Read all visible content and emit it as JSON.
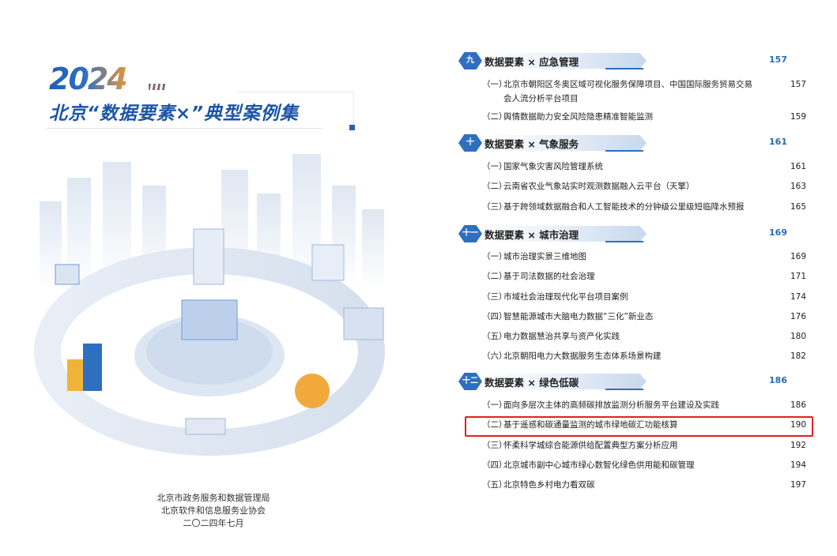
{
  "cover": {
    "year": "2024",
    "title": "北京“数据要素×”典型案例集",
    "publishers": [
      "北京市政务服务和数据管理局",
      "北京软件和信息服务业协会"
    ],
    "date": "二〇二四年七月"
  },
  "toc": {
    "sections": [
      {
        "number": "九",
        "title": "数据要素 × 应急管理",
        "page": "157",
        "items": [
          {
            "label": "（一）",
            "text": "北京市朝阳区冬奥区域可视化服务保障项目、中国国际服务贸易交易会人流分析平台项目",
            "page": "157"
          },
          {
            "label": "（二）",
            "text": "舆情数据助力安全风险隐患精准智能监测",
            "page": "159"
          }
        ]
      },
      {
        "number": "十",
        "title": "数据要素 × 气象服务",
        "page": "161",
        "items": [
          {
            "label": "（一）",
            "text": "国家气象灾害风险管理系统",
            "page": "161"
          },
          {
            "label": "（二）",
            "text": "云南省农业气象站实时观测数据融入云平台（天擎）",
            "page": "163"
          },
          {
            "label": "（三）",
            "text": "基于跨领域数据融合和人工智能技术的分钟级公里级短临降水预报",
            "page": "165"
          }
        ]
      },
      {
        "number": "十一",
        "title": "数据要素 × 城市治理",
        "page": "169",
        "items": [
          {
            "label": "（一）",
            "text": "城市治理实景三维地图",
            "page": "169"
          },
          {
            "label": "（二）",
            "text": "基于司法数据的社会治理",
            "page": "171"
          },
          {
            "label": "（三）",
            "text": "市域社会治理现代化平台项目案例",
            "page": "174"
          },
          {
            "label": "（四）",
            "text": "智慧能源城市大脑电力数据“三化”新业态",
            "page": "176"
          },
          {
            "label": "（五）",
            "text": "电力数据慧治共享与资产化实践",
            "page": "180"
          },
          {
            "label": "（六）",
            "text": "北京朝阳电力大数据服务生态体系场景构建",
            "page": "182"
          }
        ]
      },
      {
        "number": "十二",
        "title": "数据要素 × 绿色低碳",
        "page": "186",
        "items": [
          {
            "label": "（一）",
            "text": "面向多层次主体的高频碳排放监测分析服务平台建设及实践",
            "page": "186"
          },
          {
            "label": "（二）",
            "text": "基于遥感和碳通量监测的城市绿地碳汇功能核算",
            "page": "190",
            "highlighted": true
          },
          {
            "label": "（三）",
            "text": "怀柔科学城综合能源供给配置典型方案分析应用",
            "page": "192"
          },
          {
            "label": "（四）",
            "text": "北京城市副中心城市绿心数智化绿色供用能和碳管理",
            "page": "194"
          },
          {
            "label": "（五）",
            "text": "北京特色乡村电力看双碳",
            "page": "197"
          }
        ]
      }
    ]
  },
  "colors": {
    "accent": "#2f6fc0",
    "highlight": "#e02020"
  }
}
